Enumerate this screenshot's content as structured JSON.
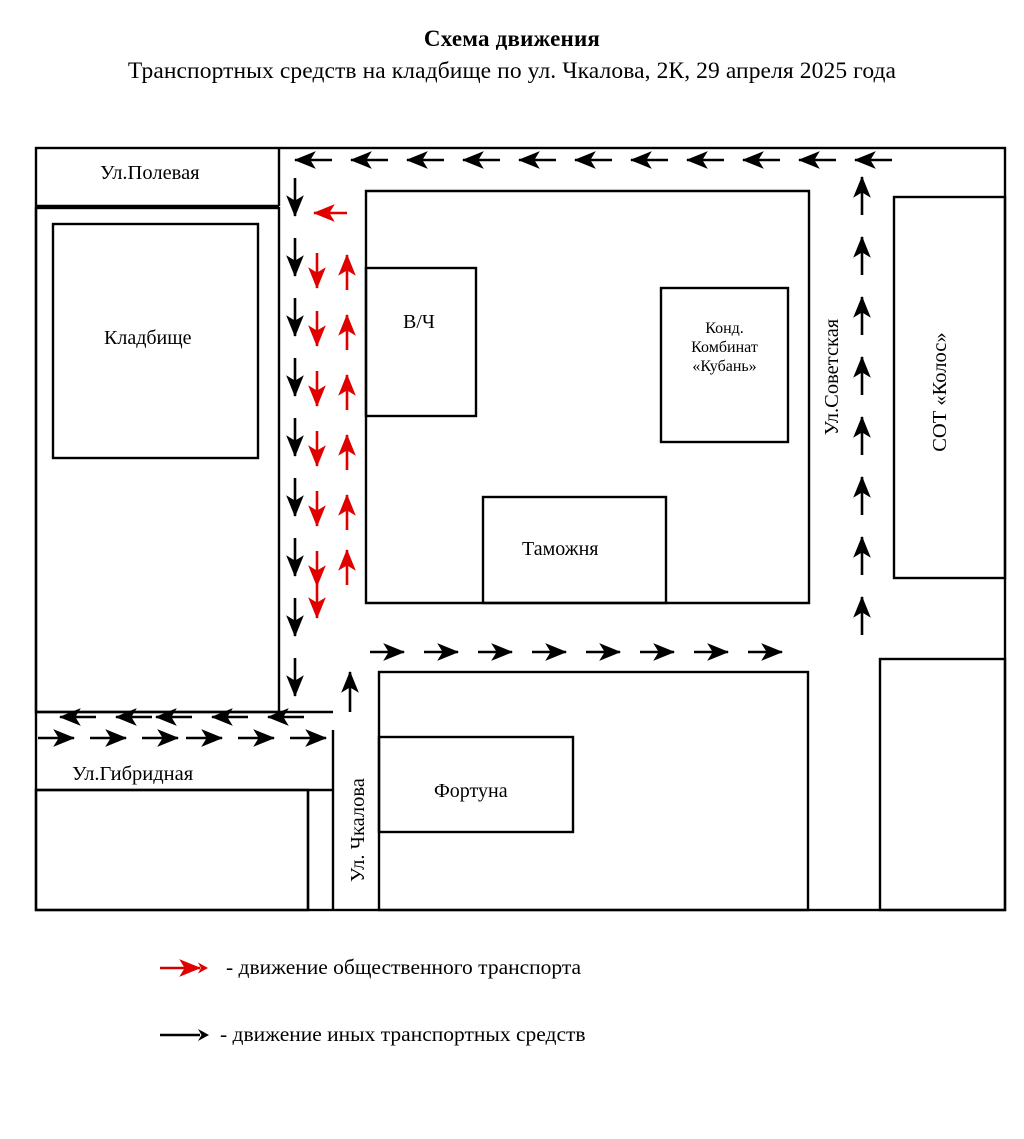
{
  "document": {
    "title_line1": "Схема движения",
    "title_line2": "Транспортных средств на кладбище по ул. Чкалова, 2К, 29 апреля 2025 года"
  },
  "map": {
    "streets": [
      {
        "id": "polevaya",
        "label": "Ул.Полевая"
      },
      {
        "id": "gibridnaya",
        "label": "Ул.Гибридная"
      },
      {
        "id": "sovetskaya",
        "label": "Ул.Советская"
      },
      {
        "id": "chkalova",
        "label": "Ул. Чкалова"
      }
    ],
    "blocks": [
      {
        "id": "cemetery",
        "label": "Кладбище"
      },
      {
        "id": "military",
        "label": "В/Ч"
      },
      {
        "id": "customs",
        "label": "Таможня"
      },
      {
        "id": "kuban",
        "label": "Конд.\nКомбинат\n«Кубань»",
        "label_lines": [
          "Конд.",
          "Комбинат",
          "«Кубань»"
        ]
      },
      {
        "id": "kolos",
        "label": "СОТ «Колос»"
      },
      {
        "id": "fortuna",
        "label": "Фортуна"
      }
    ]
  },
  "legend": {
    "items": [
      {
        "id": "public-transport",
        "color": "#cc0000",
        "text": "- движение общественного транспорта"
      },
      {
        "id": "other-vehicles",
        "color": "#000000",
        "text": "- движение иных транспортных средств"
      }
    ]
  },
  "colors": {
    "public_transport": "#e00000",
    "other_vehicles": "#000000",
    "outline": "#000000",
    "background": "#ffffff"
  }
}
